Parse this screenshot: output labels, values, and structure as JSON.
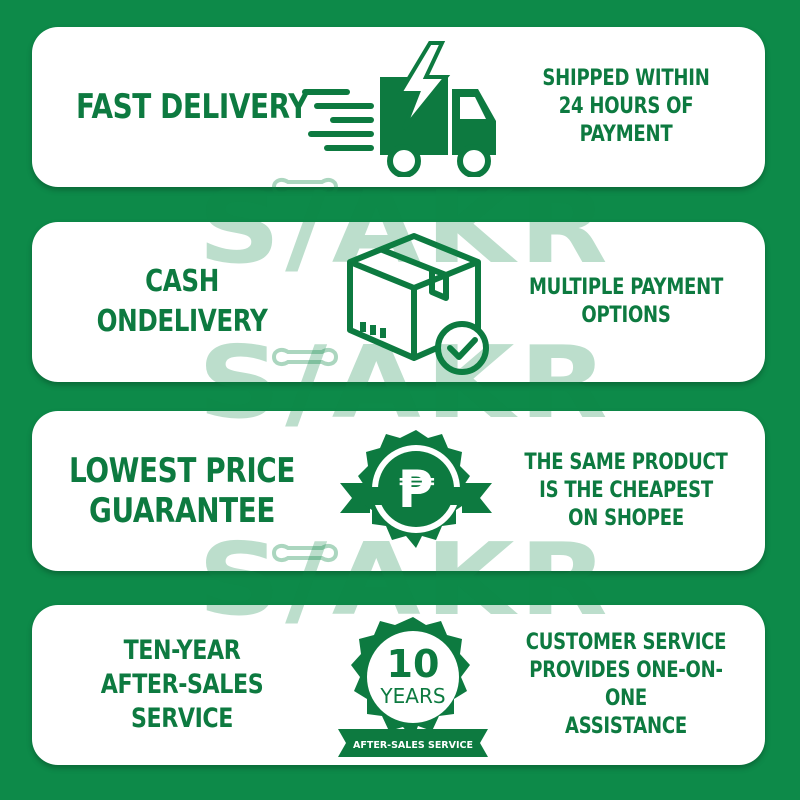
{
  "colors": {
    "brand_green": "#0d8a49",
    "text_green": "#0d7a40",
    "card_bg": "#ffffff"
  },
  "features": [
    {
      "title": "FAST DELIVERY",
      "icon": "delivery-truck-icon",
      "description": "SHIPPED WITHIN\n24 HOURS OF PAYMENT"
    },
    {
      "title": "CASH ONDELIVERY",
      "icon": "package-check-icon",
      "description": "MULTIPLE PAYMENT\nOPTIONS"
    },
    {
      "title": "LOWEST PRICE\nGUARANTEE",
      "icon": "peso-badge-icon",
      "description": "THE SAME PRODUCT\nIS THE CHEAPEST\nON SHOPEE"
    },
    {
      "title": "TEN-YEAR\nAFTER-SALES SERVICE",
      "icon": "warranty-badge-icon",
      "badge_number": "10",
      "badge_unit": "YEARS",
      "badge_ribbon": "AFTER-SALES SERVICE",
      "description": "CUSTOMER SERVICE\nPROVIDES ONE-ON-ONE\nASSISTANCE"
    }
  ],
  "watermark": {
    "text": "S/AKR",
    "icon": "wrench-logo-icon"
  },
  "peso_symbol": "₱"
}
